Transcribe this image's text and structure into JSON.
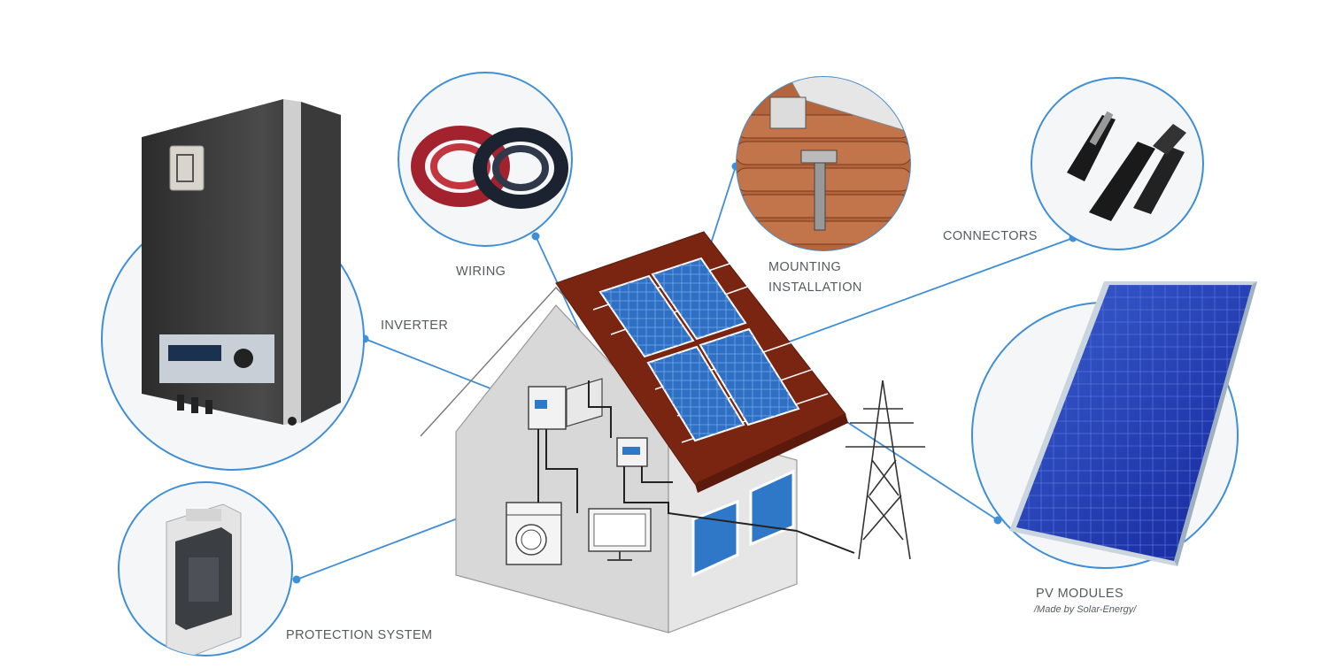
{
  "labels": {
    "wiring": "WIRING",
    "mounting_line1": "MOUNTING",
    "mounting_line2": "INSTALLATION",
    "connectors": "CONNECTORS",
    "inverter": "INVERTER",
    "protection": "PROTECTION SYSTEM",
    "pv_modules": "PV MODULES",
    "pv_credit": "/Made by Solar-Energy/"
  },
  "colors": {
    "callout_blue": "#3f8fd6",
    "roof_brown": "#7a2412",
    "panel_blue": "#2f6fc4",
    "module_blue": "#1f3fae",
    "house_gray": "#dcdcdc",
    "label_text": "#555b61"
  }
}
